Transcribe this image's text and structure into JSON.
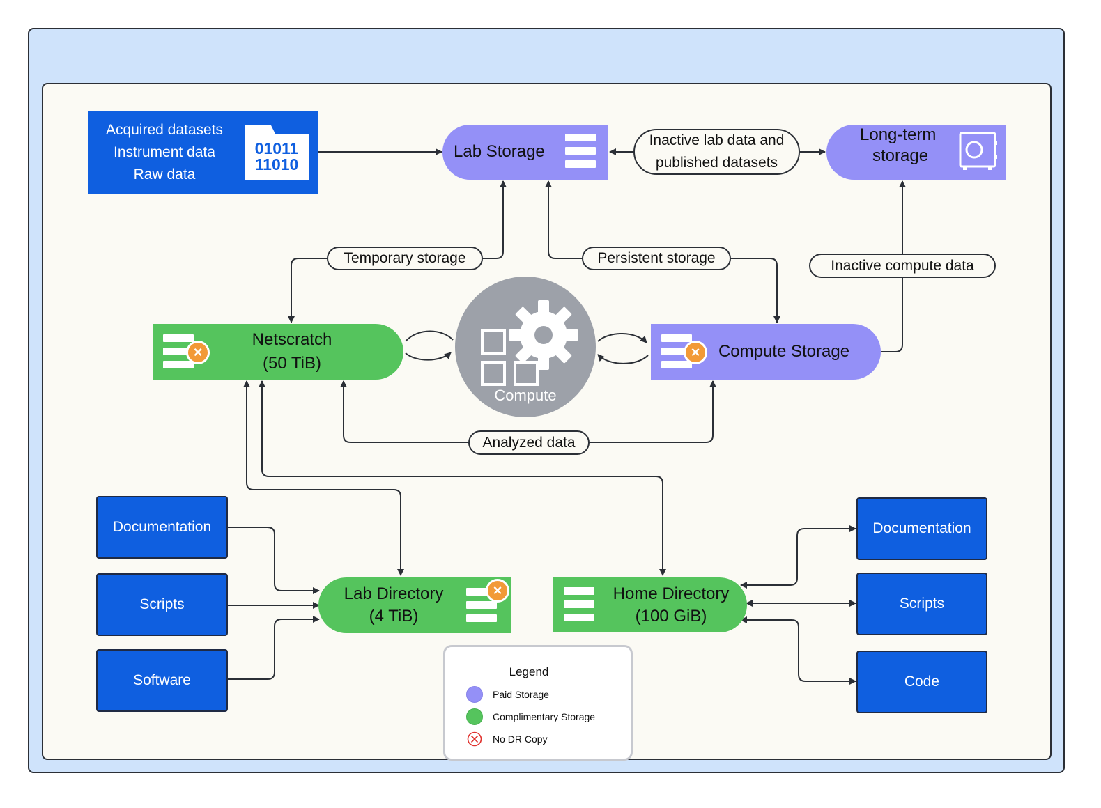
{
  "source": {
    "lines": [
      "Acquired datasets",
      "Instrument data",
      "Raw data"
    ],
    "file_icon_text": [
      "01011",
      "11010"
    ]
  },
  "nodes": {
    "lab_storage": "Lab Storage",
    "long_term": [
      "Long-term",
      "storage"
    ],
    "netscratch": [
      "Netscratch",
      "(50 TiB)"
    ],
    "compute": "Compute",
    "compute_storage": "Compute Storage",
    "lab_directory": [
      "Lab Directory",
      "(4 TiB)"
    ],
    "home_directory": [
      "Home Directory",
      "(100 GiB)"
    ]
  },
  "edge_labels": {
    "inactive_lab": [
      "Inactive lab data and",
      "published datasets"
    ],
    "temporary": "Temporary storage",
    "persistent": "Persistent storage",
    "inactive_compute": "Inactive compute data",
    "analyzed": "Analyzed data"
  },
  "left_items": [
    "Documentation",
    "Scripts",
    "Software"
  ],
  "right_items": [
    "Documentation",
    "Scripts",
    "Code"
  ],
  "legend": {
    "title": "Legend",
    "items": [
      {
        "label": "Paid Storage",
        "color": "#9490f7"
      },
      {
        "label": "Complimentary Storage",
        "color": "#55c45d"
      },
      {
        "label": "No DR Copy",
        "color": "#e0332f"
      }
    ]
  },
  "colors": {
    "paid": "#9490f7",
    "complimentary": "#55c45d",
    "blue_box": "#0f5fe0",
    "no_dr_marker": "#f29a37",
    "compute_circle": "#9da1a9"
  }
}
